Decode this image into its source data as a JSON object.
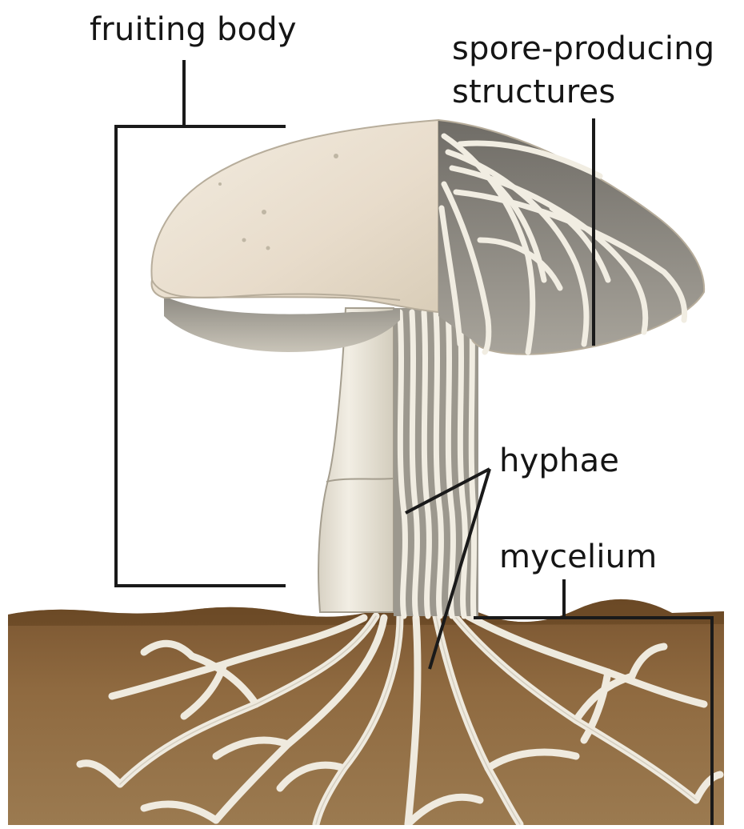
{
  "labels": {
    "fruiting_body": "fruiting body",
    "spore_line1": "spore-producing",
    "spore_line2": "structures",
    "hyphae": "hyphae",
    "mycelium": "mycelium"
  },
  "colors": {
    "soil": "#8a6438",
    "soil_dark": "#6b4a26",
    "cap": "#ece4d6",
    "hyphae": "#f1ede2",
    "leader": "#1a1a1a"
  }
}
